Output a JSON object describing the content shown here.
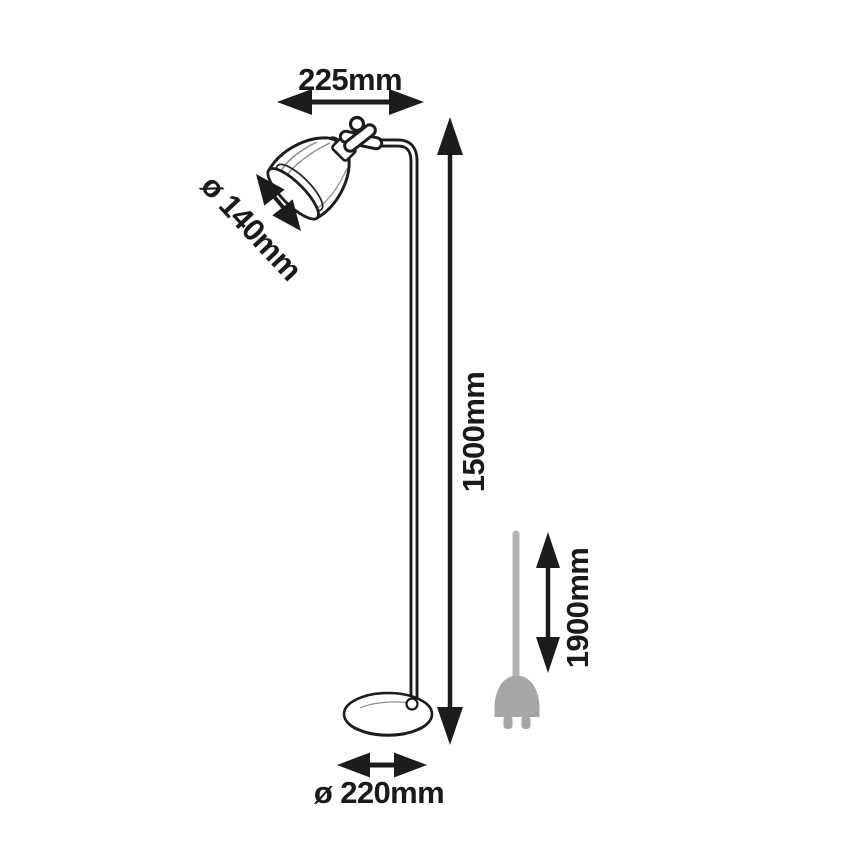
{
  "diagram": {
    "labels": {
      "arm_width": "225mm",
      "shade_diameter": "ø 140mm",
      "lamp_height": "1500mm",
      "cable_length": "1900mm",
      "base_diameter": "ø 220mm"
    },
    "colors": {
      "line": "#1c1c1c",
      "cable": "#b5b5b5",
      "plug": "#a6a6a6",
      "background": "#ffffff"
    }
  }
}
